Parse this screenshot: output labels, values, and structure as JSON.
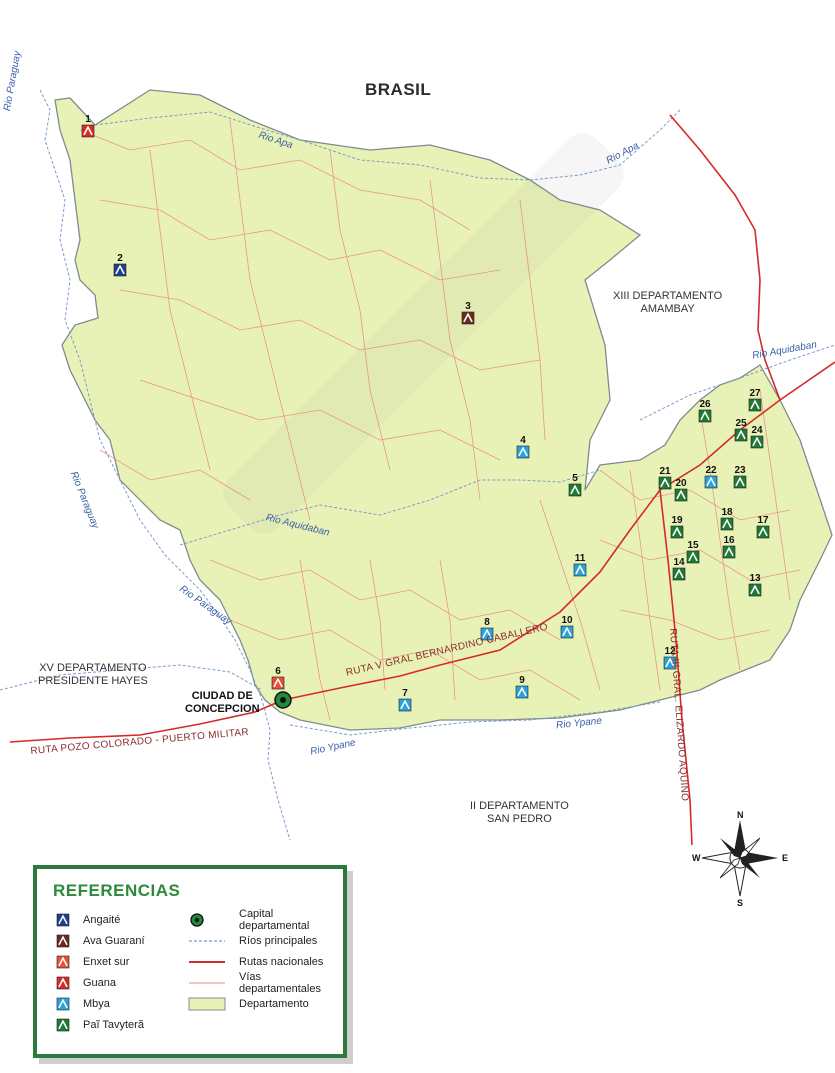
{
  "labels": {
    "country_north": "BRASIL",
    "dept_amambay": [
      "XIII DEPARTAMENTO",
      "AMAMBAY"
    ],
    "dept_hayes": [
      "XV DEPARTAMENTO",
      "PRESIDENTE HAYES"
    ],
    "dept_sanpedro": [
      "II DEPARTAMENTO",
      "SAN PEDRO"
    ],
    "capital": [
      "CIUDAD DE",
      "CONCEPCION"
    ]
  },
  "rivers": {
    "paraguay_n": "Rio Paraguay",
    "paraguay_mid": "Rio Paraguay",
    "paraguay_s": "Rio Paraguay",
    "apa_w": "Rio Apa",
    "apa_e": "Rio Apa",
    "aquidaban_w": "Rio Aquidaban",
    "aquidaban_e": "Rio Aquidaban",
    "ypane_w": "Rio Ypane",
    "ypane_e": "Rio Ypane"
  },
  "routes": {
    "ruta_v": "RUTA V GRAL BERNARDINO CABALLERO",
    "ruta_iii": "RUTA III GRAL. ELIZARDO AQUINO",
    "ruta_pozo": "RUTA POZO COLORADO - PUERTO MILITAR"
  },
  "communities": [
    {
      "num": "1",
      "group": "Guana"
    },
    {
      "num": "2",
      "group": "Angaité"
    },
    {
      "num": "3",
      "group": "Ava Guaraní"
    },
    {
      "num": "4",
      "group": "Mbya"
    },
    {
      "num": "5",
      "group": "Paĩ Tavyterã"
    },
    {
      "num": "6",
      "group": "Enxet sur"
    },
    {
      "num": "7",
      "group": "Mbya"
    },
    {
      "num": "8",
      "group": "Mbya"
    },
    {
      "num": "9",
      "group": "Mbya"
    },
    {
      "num": "10",
      "group": "Mbya"
    },
    {
      "num": "11",
      "group": "Mbya"
    },
    {
      "num": "12",
      "group": "Mbya"
    },
    {
      "num": "13",
      "group": "Paĩ Tavyterã"
    },
    {
      "num": "14",
      "group": "Paĩ Tavyterã"
    },
    {
      "num": "15",
      "group": "Paĩ Tavyterã"
    },
    {
      "num": "16",
      "group": "Paĩ Tavyterã"
    },
    {
      "num": "17",
      "group": "Paĩ Tavyterã"
    },
    {
      "num": "18",
      "group": "Paĩ Tavyterã"
    },
    {
      "num": "19",
      "group": "Paĩ Tavyterã"
    },
    {
      "num": "20",
      "group": "Paĩ Tavyterã"
    },
    {
      "num": "21",
      "group": "Paĩ Tavyterã"
    },
    {
      "num": "22",
      "group": "Mbya"
    },
    {
      "num": "23",
      "group": "Paĩ Tavyterã"
    },
    {
      "num": "24",
      "group": "Paĩ Tavyterã"
    },
    {
      "num": "25",
      "group": "Paĩ Tavyterã"
    },
    {
      "num": "26",
      "group": "Paĩ Tavyterã"
    },
    {
      "num": "27",
      "group": "Paĩ Tavyterã"
    }
  ],
  "legend": {
    "title": "REFERENCIAS",
    "groups": [
      {
        "label": "Angaité",
        "color": "#1f3f8f"
      },
      {
        "label": "Ava Guaraní",
        "color": "#6b2a1c"
      },
      {
        "label": "Enxet sur",
        "color": "#e8503a"
      },
      {
        "label": "Guana",
        "color": "#d92b2b"
      },
      {
        "label": "Mbya",
        "color": "#2aa3dc"
      },
      {
        "label": "Paĩ Tavyterã",
        "color": "#1f7a35"
      }
    ],
    "items": [
      {
        "label": "Capital departamental",
        "symbol": "capital"
      },
      {
        "label": "Ríos principales",
        "symbol": "river"
      },
      {
        "label": "Rutas nacionales",
        "symbol": "national-route"
      },
      {
        "label": "Vías departamentales",
        "symbol": "dept-road"
      },
      {
        "label": "Departamento",
        "symbol": "department-fill"
      }
    ]
  },
  "compass": {
    "n": "N",
    "s": "S",
    "e": "E",
    "w": "W"
  },
  "colors": {
    "department_fill": "#e9f2b6",
    "department_border": "#7f8c8d",
    "river": "#7a9cc9",
    "national_route": "#d62a2a",
    "dept_road": "#e98a8a",
    "legend_border": "#2d7a3c",
    "legend_title": "#2d8a3c"
  }
}
